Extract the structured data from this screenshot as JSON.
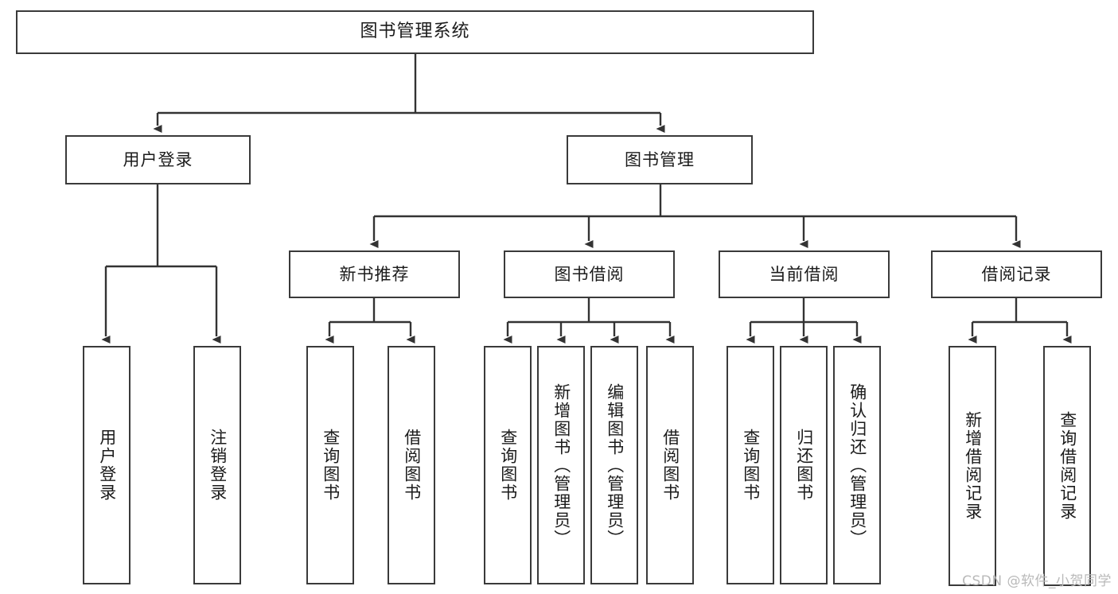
{
  "diagram": {
    "title": "图书管理系统",
    "type": "tree",
    "watermark": "CSDN @软件_小贺同学",
    "colors": {
      "box_border": "#3a3a3a",
      "box_fill": "#ffffff",
      "edge": "#333333",
      "text": "#1b1b1b",
      "watermark": "#b9b9b9",
      "background": "#ffffff"
    },
    "nodes": {
      "root": {
        "label": "图书管理系统"
      },
      "level1": [
        {
          "id": "user-login",
          "label": "用户登录"
        },
        {
          "id": "book-manage",
          "label": "图书管理"
        }
      ],
      "level2": [
        {
          "id": "new-book-recommend",
          "label": "新书推荐"
        },
        {
          "id": "book-borrow",
          "label": "图书借阅"
        },
        {
          "id": "current-borrow",
          "label": "当前借阅"
        },
        {
          "id": "borrow-record",
          "label": "借阅记录"
        }
      ],
      "leaves": {
        "user-login": [
          {
            "id": "leaf-user-login",
            "label": "用户登录"
          },
          {
            "id": "leaf-logout-login",
            "label": "注销登录"
          }
        ],
        "new-book-recommend": [
          {
            "id": "leaf-query-book-1",
            "label": "查询图书"
          },
          {
            "id": "leaf-borrow-book-1",
            "label": "借阅图书"
          }
        ],
        "book-borrow": [
          {
            "id": "leaf-query-book-2",
            "label": "查询图书"
          },
          {
            "id": "leaf-add-book",
            "label": "新增图书（管理员）"
          },
          {
            "id": "leaf-edit-book",
            "label": "编辑图书（管理员）"
          },
          {
            "id": "leaf-borrow-book-2",
            "label": "借阅图书"
          }
        ],
        "current-borrow": [
          {
            "id": "leaf-query-book-3",
            "label": "查询图书"
          },
          {
            "id": "leaf-return-book",
            "label": "归还图书"
          },
          {
            "id": "leaf-confirm-return",
            "label": "确认归还（管理员）"
          }
        ],
        "borrow-record": [
          {
            "id": "leaf-add-record",
            "label": "新增借阅记录"
          },
          {
            "id": "leaf-query-record",
            "label": "查询借阅记录"
          }
        ]
      }
    }
  }
}
